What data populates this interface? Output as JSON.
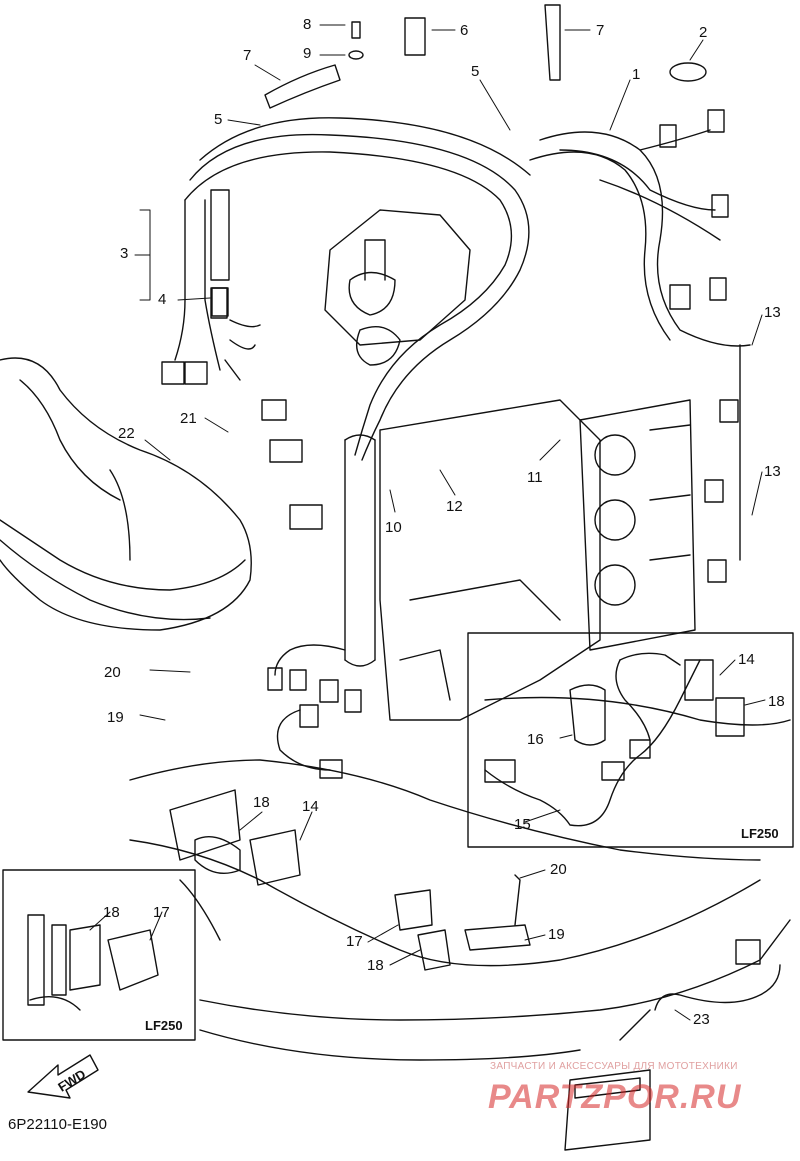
{
  "diagram": {
    "callouts": [
      {
        "id": "c8",
        "text": "8"
      },
      {
        "id": "c6",
        "text": "6"
      },
      {
        "id": "c7a",
        "text": "7"
      },
      {
        "id": "c2",
        "text": "2"
      },
      {
        "id": "c9",
        "text": "9"
      },
      {
        "id": "c7b",
        "text": "7"
      },
      {
        "id": "c5a",
        "text": "5"
      },
      {
        "id": "c1",
        "text": "1"
      },
      {
        "id": "c5b",
        "text": "5"
      },
      {
        "id": "c3",
        "text": "3"
      },
      {
        "id": "c4",
        "text": "4"
      },
      {
        "id": "c13a",
        "text": "13"
      },
      {
        "id": "c21",
        "text": "21"
      },
      {
        "id": "c22",
        "text": "22"
      },
      {
        "id": "c11",
        "text": "11"
      },
      {
        "id": "c12",
        "text": "12"
      },
      {
        "id": "c10",
        "text": "10"
      },
      {
        "id": "c13b",
        "text": "13"
      },
      {
        "id": "c20a",
        "text": "20"
      },
      {
        "id": "c14a",
        "text": "14"
      },
      {
        "id": "c19a",
        "text": "19"
      },
      {
        "id": "c18a",
        "text": "18"
      },
      {
        "id": "c16",
        "text": "16"
      },
      {
        "id": "c15",
        "text": "15"
      },
      {
        "id": "c18b",
        "text": "18"
      },
      {
        "id": "c14b",
        "text": "14"
      },
      {
        "id": "c20b",
        "text": "20"
      },
      {
        "id": "c18c",
        "text": "18"
      },
      {
        "id": "c17a",
        "text": "17"
      },
      {
        "id": "c17b",
        "text": "17"
      },
      {
        "id": "c19b",
        "text": "19"
      },
      {
        "id": "c18d",
        "text": "18"
      },
      {
        "id": "c23",
        "text": "23"
      }
    ],
    "inset_labels": {
      "right": "LF250",
      "left": "LF250"
    },
    "fwd_label": "FWD",
    "drawing_code": "6P22110-E190",
    "watermark": {
      "line1": "ЗАПЧАСТИ И АКСЕССУАРЫ ДЛЯ МОТОТЕХНИКИ",
      "line2": "PARTZPOR.RU"
    }
  },
  "colors": {
    "line": "#111111",
    "background": "#ffffff",
    "watermark": "#d62828"
  }
}
